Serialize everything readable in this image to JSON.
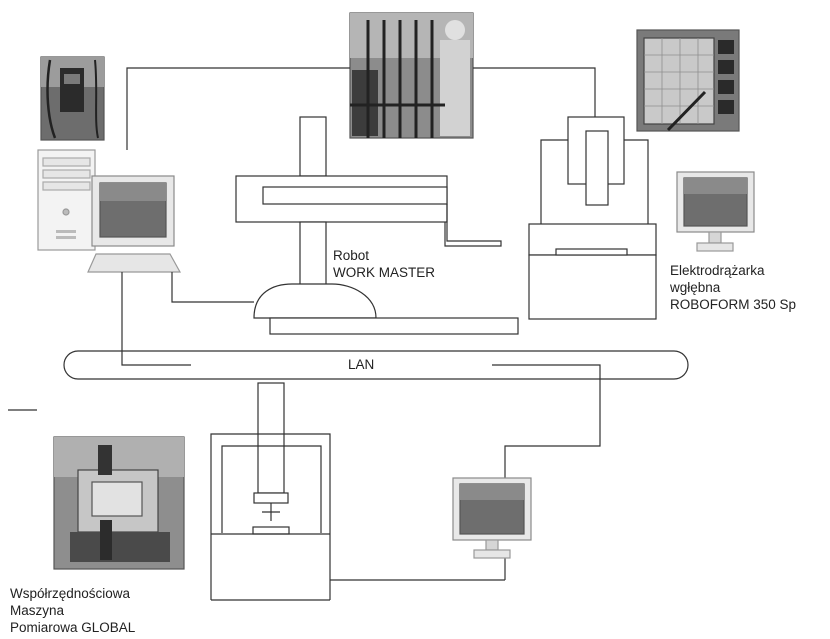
{
  "network_label": "LAN",
  "robot": {
    "line1": "Robot",
    "line2": "WORK MASTER"
  },
  "edm": {
    "line1": "Elektrodrążarka",
    "line2": "wgłębna",
    "line3": "ROBOFORM 350 Sp"
  },
  "cmm": {
    "line1": "Współrzędnościowa",
    "line2": "Maszyna",
    "line3": "Pomiarowa GLOBAL"
  },
  "photos": [
    "device-photo",
    "robot-cell-photo",
    "control-panel-photo",
    "cmm-photo"
  ],
  "colors": {
    "line": "#333333",
    "photo_dark": "#3a3a3a",
    "photo_mid": "#8a8a8a",
    "screen": "#6e6e6e"
  }
}
